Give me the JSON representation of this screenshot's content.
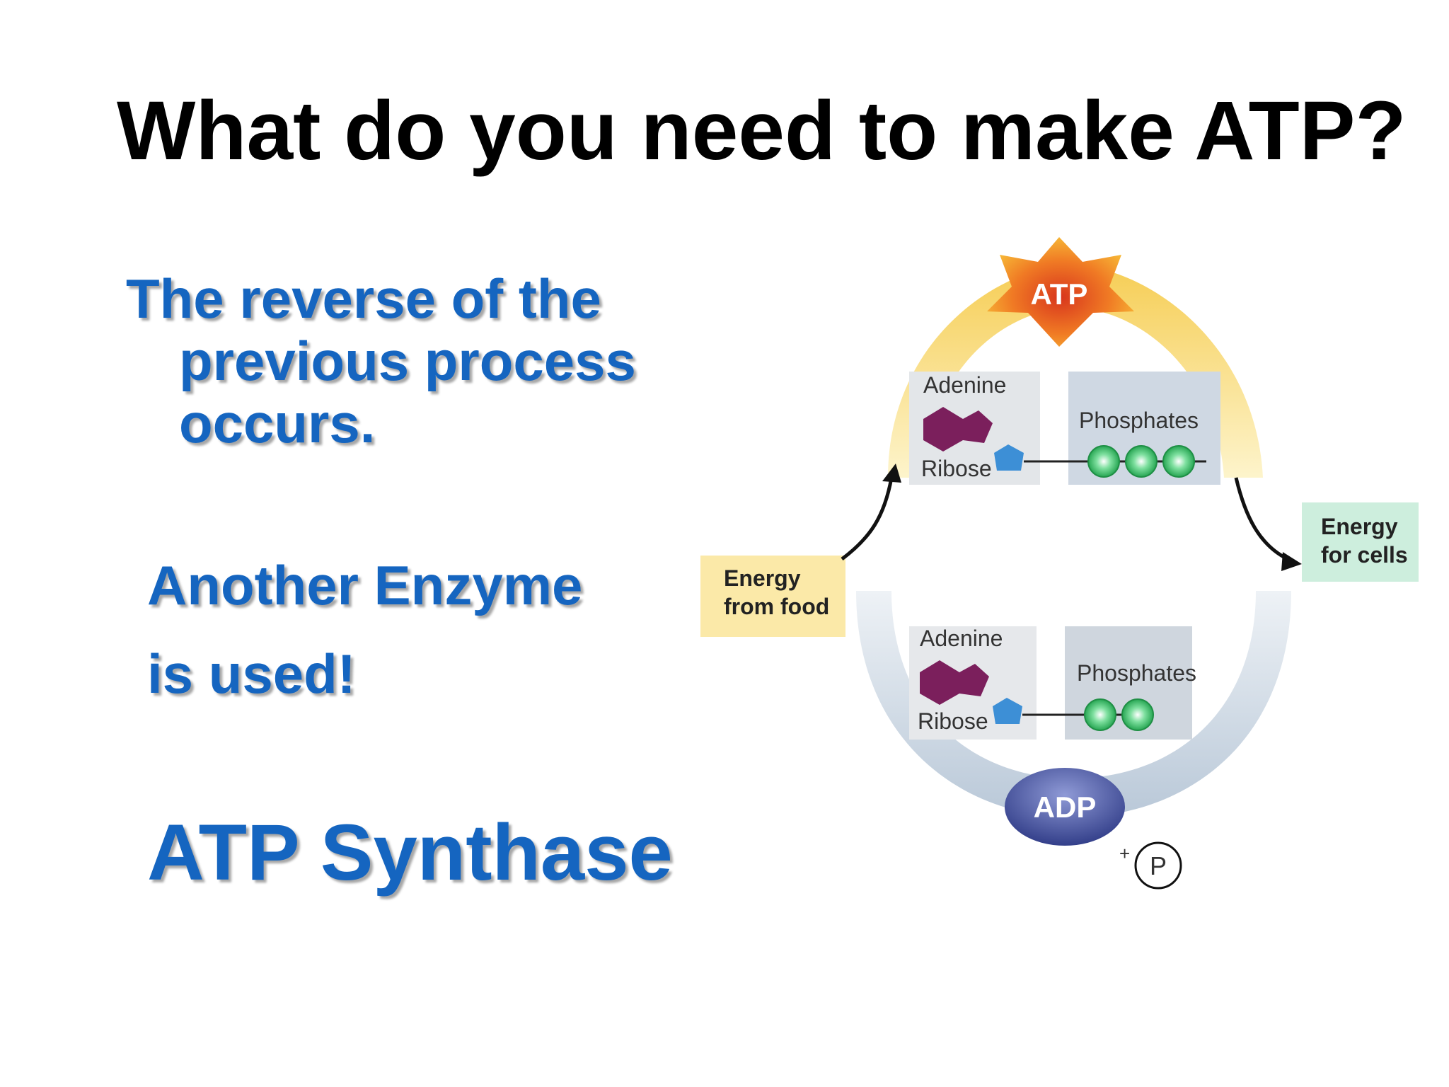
{
  "slide": {
    "title": "What do you need to make ATP?",
    "point1_line1": "The reverse of the",
    "point1_line2": "previous process",
    "point1_line3": "occurs.",
    "point2_line1": "Another Enzyme",
    "point2_line2": "is used!",
    "enzyme_name": "ATP Synthase"
  },
  "diagram": {
    "atp_label": "ATP",
    "adp_label": "ADP",
    "adenine_label": "Adenine",
    "ribose_label": "Ribose",
    "phosphates_label": "Phosphates",
    "energy_in_line1": "Energy",
    "energy_in_line2": "from food",
    "energy_out_line1": "Energy",
    "energy_out_line2": "for cells",
    "plus_sign": "+",
    "phosphate_symbol": "P"
  },
  "colors": {
    "title_text": "#000000",
    "bullet_text": "#1565c0",
    "atp_ring": "#f7dc6f",
    "adp_ring": "#c9d6e3",
    "starburst": "#f5a623",
    "adp_badge": "#4a5aa8",
    "molecule_purple": "#7b1f5c",
    "ribose_blue": "#3d8fd6",
    "phosphate_green": "#3cc46a",
    "energy_in_box": "#fbe9a8",
    "energy_out_box": "#cdeedd"
  }
}
